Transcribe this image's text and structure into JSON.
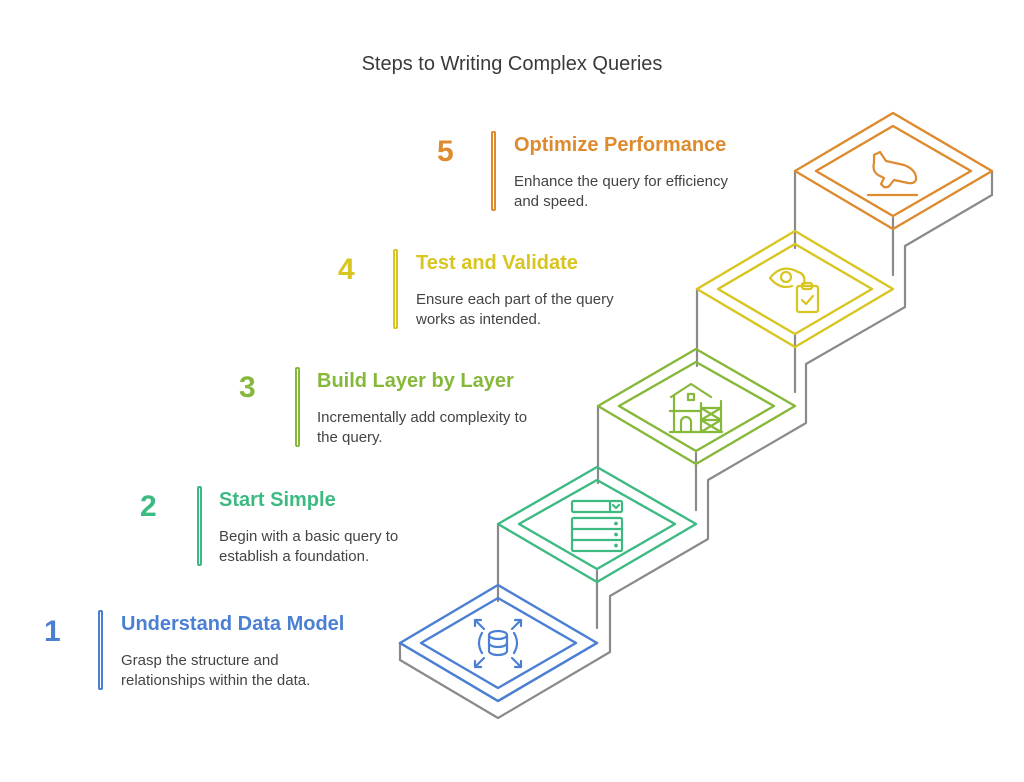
{
  "title": "Steps to Writing Complex Queries",
  "steps": [
    {
      "number": "1",
      "heading": "Understand Data Model",
      "desc_line1": "Grasp the structure and",
      "desc_line2": "relationships within the data.",
      "color": "#4a7fd4",
      "icon": "database-expand-icon"
    },
    {
      "number": "2",
      "heading": "Start Simple",
      "desc_line1": "Begin with a basic query to",
      "desc_line2": "establish a foundation.",
      "color": "#3dba82",
      "icon": "form-list-icon"
    },
    {
      "number": "3",
      "heading": "Build Layer by Layer",
      "desc_line1": "Incrementally add complexity to",
      "desc_line2": "the query.",
      "color": "#86b83a",
      "icon": "building-scaffold-icon"
    },
    {
      "number": "4",
      "heading": "Test and Validate",
      "desc_line1": "Ensure each part of the query",
      "desc_line2": "works as intended.",
      "color": "#d9c520",
      "icon": "eye-clipboard-icon"
    },
    {
      "number": "5",
      "heading": "Optimize Performance",
      "desc_line1": "Enhance the query for efficiency",
      "desc_line2": "and speed.",
      "color": "#de8a2e",
      "icon": "airplane-takeoff-icon"
    }
  ],
  "side_color": "#8a8a8a"
}
